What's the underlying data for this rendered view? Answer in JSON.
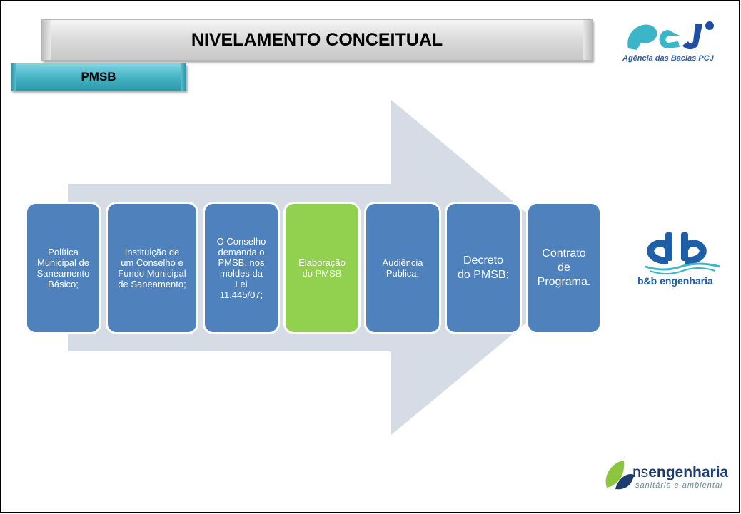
{
  "header": {
    "title": "NIVELAMENTO CONCEITUAL",
    "section": "PMSB"
  },
  "logos": {
    "pcj": {
      "mark": "PCJ",
      "tagline": "Agência das Bacias PCJ"
    },
    "bb": {
      "name": "b&b engenharia"
    },
    "ns": {
      "name_prefix": "ns",
      "name_rest": "engenharia",
      "tagline": "sanitária e ambiental"
    }
  },
  "steps": [
    {
      "text": "Política\nMunicipal de\nSaneamento\nBásico;"
    },
    {
      "text": "Instituição de\num Conselho e\nFundo Municipal\nde Saneamento;"
    },
    {
      "text": "O Conselho\ndemanda o\nPMSB, nos\nmoldes da\nLei\n11.445/07;"
    },
    {
      "text": "Elaboração\ndo PMSB"
    },
    {
      "text": "Audiência\nPublica;"
    },
    {
      "text": "Decreto\ndo PMSB;"
    },
    {
      "text": "Contrato\nde\nPrograma."
    }
  ],
  "colors": {
    "step_blue": "#4f81bd",
    "step_highlight": "#92d050",
    "arrow": "#d6dce6",
    "section_tab": "#47b5c6"
  }
}
